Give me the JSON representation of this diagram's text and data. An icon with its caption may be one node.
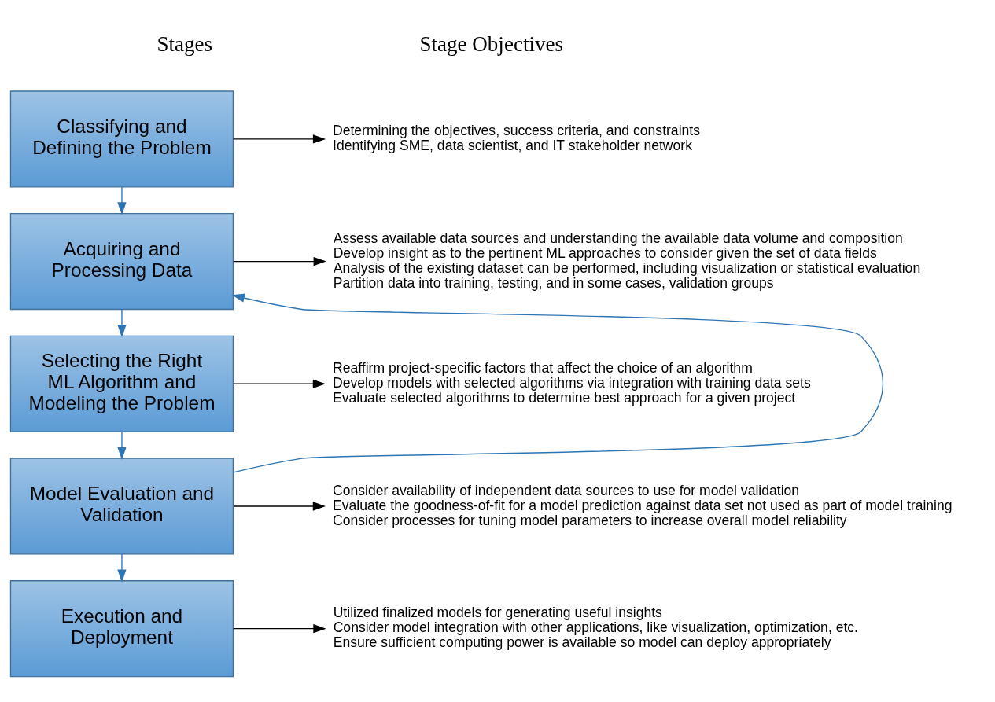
{
  "diagram": {
    "nodes": [
      {
        "text": [
          "Classifying and Defining the Problem"
        ]
      },
      {
        "text": [
          "Determining the objectives, success criteria, and constraints",
          "Identifying SME, data scientist, and IT stakeholder network"
        ]
      },
      {
        "text": [
          "Acquiring and Processing Data"
        ]
      },
      {
        "text": [
          "Assess available data sources and understanding the available data volume and composition",
          "Develop insight as to the pertinent ML approaches to consider given the set of data fields",
          "Analysis of the existing dataset can be performed, including visualization or statistical evaluation",
          "Partition data into training, testing, and in some cases, validation groups"
        ]
      },
      {
        "text": [
          "Selecting the Right ML Algorithm and Modeling the Problem"
        ]
      },
      {
        "text": [
          "Reaffirm project-specific factors that affect the choice of an algorithm",
          "Develop models with selected algorithms via integration with training data sets",
          "Evaluate selected algorithms to determine best approach for a given project"
        ]
      },
      {
        "text": [
          "Model Evaluation and Validation"
        ]
      },
      {
        "text": [
          "Consider availability of independent data sources to use for model validation",
          "Evaluate the goodness-of-fit for a model prediction against data set not used as part of model training",
          "Consider processes for tuning model parameters to increase overall model reliability"
        ]
      },
      {
        "text": [
          "Execution and Deployment"
        ]
      },
      {
        "text": [
          "Utilized finalized models for generating useful insights",
          "Consider model integration with other applications, like visualization, optimization, etc.",
          "Ensure sufficient computing power is available so model can deploy appropriately"
        ]
      }
    ],
    "edges": [
      {
        "from": 0,
        "to": 1,
        "arrow": "to",
        "color": "#000000"
      },
      {
        "from": 0,
        "to": 2,
        "arrow": "to",
        "color": "#2e75b6"
      },
      {
        "from": 2,
        "to": 3,
        "arrow": "to",
        "color": "#000000"
      },
      {
        "from": 2,
        "to": 4,
        "arrow": "to",
        "color": "#2e75b6"
      },
      {
        "from": 4,
        "to": 5,
        "arrow": "to",
        "color": "#000000"
      },
      {
        "from": 4,
        "to": 6,
        "arrow": "to",
        "color": "#2e75b6"
      },
      {
        "from": 6,
        "to": 7,
        "arrow": "to",
        "color": "#000000"
      },
      {
        "from": 6,
        "to": 8,
        "arrow": "to",
        "color": "#2e75b6"
      },
      {
        "from": 8,
        "to": 9,
        "arrow": "to",
        "color": "#000000"
      },
      {
        "from": 6,
        "to": 2,
        "arrow": "to",
        "color": "#2e75b6"
      }
    ],
    "labels": [
      "Stages",
      "Stage Objectives"
    ]
  }
}
